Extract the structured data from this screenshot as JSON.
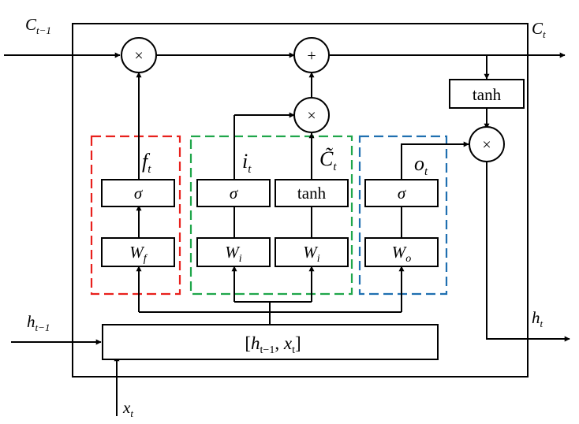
{
  "labels": {
    "c_prev": "C",
    "c_prev_sub": "t−1",
    "c_next": "C",
    "c_next_sub": "t",
    "h_prev": "h",
    "h_prev_sub": "t−1",
    "h_next": "h",
    "h_next_sub": "t",
    "x_in": "x",
    "x_in_sub": "t",
    "f_gate": "f",
    "f_gate_sub": "t",
    "i_gate": "i",
    "i_gate_sub": "t",
    "c_tilde": "C̃",
    "c_tilde_sub": "t",
    "o_gate": "o",
    "o_gate_sub": "t"
  },
  "ops": {
    "multiply": "×",
    "add": "+"
  },
  "boxes": {
    "tanh_cell": "tanh",
    "sigma_f": "σ",
    "sigma_i": "σ",
    "tanh_c": "tanh",
    "sigma_o": "σ",
    "w_f": "W",
    "w_f_sub": "f",
    "w_i": "W",
    "w_i_sub": "i",
    "w_c": "W",
    "w_c_sub": "i",
    "w_o": "W",
    "w_o_sub": "o",
    "concat_open": "[",
    "concat_h": "h",
    "concat_h_sub": "t−1",
    "concat_comma": ", ",
    "concat_x": "x",
    "concat_x_sub": "t",
    "concat_close": "]"
  },
  "colors": {
    "forget_gate": "#e8201c",
    "input_gate": "#1fa64a",
    "output_gate": "#1f6fb0"
  }
}
